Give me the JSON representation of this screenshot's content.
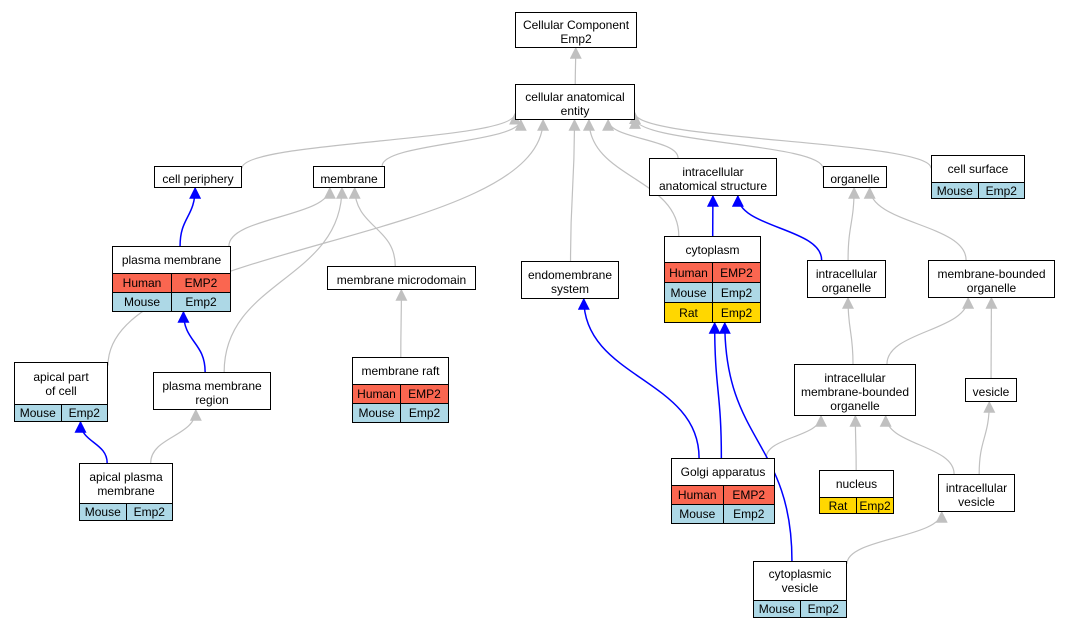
{
  "colors": {
    "human": "#fa6650",
    "mouse": "#add8e6",
    "rat": "#ffd700",
    "is_a_edge": "#c0c0c0",
    "part_of_edge": "#0000ff"
  },
  "nodes": {
    "cellular_component": {
      "label": "Cellular Component\nEmp2",
      "rows": []
    },
    "cellular_anatomical_entity": {
      "label": "cellular anatomical\nentity",
      "rows": []
    },
    "cell_periphery": {
      "label": "cell periphery",
      "rows": []
    },
    "membrane": {
      "label": "membrane",
      "rows": []
    },
    "intracellular_anatomical_structure": {
      "label": "intracellular\nanatomical structure",
      "rows": []
    },
    "organelle": {
      "label": "organelle",
      "rows": []
    },
    "cell_surface": {
      "label": "cell surface",
      "rows": [
        {
          "species": "Mouse",
          "gene": "Emp2",
          "cls": "mouse"
        }
      ]
    },
    "plasma_membrane": {
      "label": "plasma membrane",
      "rows": [
        {
          "species": "Human",
          "gene": "EMP2",
          "cls": "human"
        },
        {
          "species": "Mouse",
          "gene": "Emp2",
          "cls": "mouse"
        }
      ]
    },
    "membrane_microdomain": {
      "label": "membrane microdomain",
      "rows": []
    },
    "endomembrane_system": {
      "label": "endomembrane\nsystem",
      "rows": []
    },
    "cytoplasm": {
      "label": "cytoplasm",
      "rows": [
        {
          "species": "Human",
          "gene": "EMP2",
          "cls": "human"
        },
        {
          "species": "Mouse",
          "gene": "Emp2",
          "cls": "mouse"
        },
        {
          "species": "Rat",
          "gene": "Emp2",
          "cls": "rat"
        }
      ]
    },
    "intracellular_organelle": {
      "label": "intracellular\norganelle",
      "rows": []
    },
    "membrane_bounded_organelle": {
      "label": "membrane-bounded\norganelle",
      "rows": []
    },
    "apical_part_of_cell": {
      "label": "apical part\nof cell",
      "rows": [
        {
          "species": "Mouse",
          "gene": "Emp2",
          "cls": "mouse"
        }
      ]
    },
    "plasma_membrane_region": {
      "label": "plasma membrane\nregion",
      "rows": []
    },
    "membrane_raft": {
      "label": "membrane raft",
      "rows": [
        {
          "species": "Human",
          "gene": "EMP2",
          "cls": "human"
        },
        {
          "species": "Mouse",
          "gene": "Emp2",
          "cls": "mouse"
        }
      ]
    },
    "intracellular_membrane_bounded_organelle": {
      "label": "intracellular\nmembrane-bounded\norganelle",
      "rows": []
    },
    "vesicle": {
      "label": "vesicle",
      "rows": []
    },
    "apical_plasma_membrane": {
      "label": "apical plasma\nmembrane",
      "rows": [
        {
          "species": "Mouse",
          "gene": "Emp2",
          "cls": "mouse"
        }
      ]
    },
    "golgi_apparatus": {
      "label": "Golgi apparatus",
      "rows": [
        {
          "species": "Human",
          "gene": "EMP2",
          "cls": "human"
        },
        {
          "species": "Mouse",
          "gene": "Emp2",
          "cls": "mouse"
        }
      ]
    },
    "nucleus": {
      "label": "nucleus",
      "rows": [
        {
          "species": "Rat",
          "gene": "Emp2",
          "cls": "rat"
        }
      ]
    },
    "intracellular_vesicle": {
      "label": "intracellular\nvesicle",
      "rows": []
    },
    "cytoplasmic_vesicle": {
      "label": "cytoplasmic\nvesicle",
      "rows": [
        {
          "species": "Mouse",
          "gene": "Emp2",
          "cls": "mouse"
        }
      ]
    }
  },
  "edges": [
    {
      "from": "cellular_anatomical_entity",
      "to": "cellular_component",
      "type": "is_a"
    },
    {
      "from": "cell_periphery",
      "to": "cellular_anatomical_entity",
      "type": "is_a"
    },
    {
      "from": "membrane",
      "to": "cellular_anatomical_entity",
      "type": "is_a"
    },
    {
      "from": "intracellular_anatomical_structure",
      "to": "cellular_anatomical_entity",
      "type": "is_a"
    },
    {
      "from": "organelle",
      "to": "cellular_anatomical_entity",
      "type": "is_a"
    },
    {
      "from": "cell_surface",
      "to": "cellular_anatomical_entity",
      "type": "is_a"
    },
    {
      "from": "apical_part_of_cell",
      "to": "cellular_anatomical_entity",
      "type": "is_a"
    },
    {
      "from": "endomembrane_system",
      "to": "cellular_anatomical_entity",
      "type": "is_a"
    },
    {
      "from": "cytoplasm",
      "to": "cellular_anatomical_entity",
      "type": "is_a"
    },
    {
      "from": "plasma_membrane",
      "to": "cell_periphery",
      "type": "part_of"
    },
    {
      "from": "plasma_membrane",
      "to": "membrane",
      "type": "is_a"
    },
    {
      "from": "membrane_microdomain",
      "to": "membrane",
      "type": "is_a"
    },
    {
      "from": "plasma_membrane_region",
      "to": "membrane",
      "type": "is_a"
    },
    {
      "from": "cytoplasm",
      "to": "intracellular_anatomical_structure",
      "type": "part_of"
    },
    {
      "from": "intracellular_organelle",
      "to": "intracellular_anatomical_structure",
      "type": "part_of"
    },
    {
      "from": "intracellular_organelle",
      "to": "organelle",
      "type": "is_a"
    },
    {
      "from": "membrane_bounded_organelle",
      "to": "organelle",
      "type": "is_a"
    },
    {
      "from": "plasma_membrane_region",
      "to": "plasma_membrane",
      "type": "part_of"
    },
    {
      "from": "membrane_raft",
      "to": "membrane_microdomain",
      "type": "is_a"
    },
    {
      "from": "apical_plasma_membrane",
      "to": "apical_part_of_cell",
      "type": "part_of"
    },
    {
      "from": "apical_plasma_membrane",
      "to": "plasma_membrane_region",
      "type": "is_a"
    },
    {
      "from": "golgi_apparatus",
      "to": "endomembrane_system",
      "type": "part_of"
    },
    {
      "from": "golgi_apparatus",
      "to": "cytoplasm",
      "type": "part_of"
    },
    {
      "from": "golgi_apparatus",
      "to": "intracellular_membrane_bounded_organelle",
      "type": "is_a"
    },
    {
      "from": "cytoplasmic_vesicle",
      "to": "cytoplasm",
      "type": "part_of"
    },
    {
      "from": "cytoplasmic_vesicle",
      "to": "intracellular_vesicle",
      "type": "is_a"
    },
    {
      "from": "intracellular_membrane_bounded_organelle",
      "to": "intracellular_organelle",
      "type": "is_a"
    },
    {
      "from": "intracellular_membrane_bounded_organelle",
      "to": "membrane_bounded_organelle",
      "type": "is_a"
    },
    {
      "from": "vesicle",
      "to": "membrane_bounded_organelle",
      "type": "is_a"
    },
    {
      "from": "nucleus",
      "to": "intracellular_membrane_bounded_organelle",
      "type": "is_a"
    },
    {
      "from": "intracellular_vesicle",
      "to": "intracellular_membrane_bounded_organelle",
      "type": "is_a"
    },
    {
      "from": "intracellular_vesicle",
      "to": "vesicle",
      "type": "is_a"
    }
  ]
}
